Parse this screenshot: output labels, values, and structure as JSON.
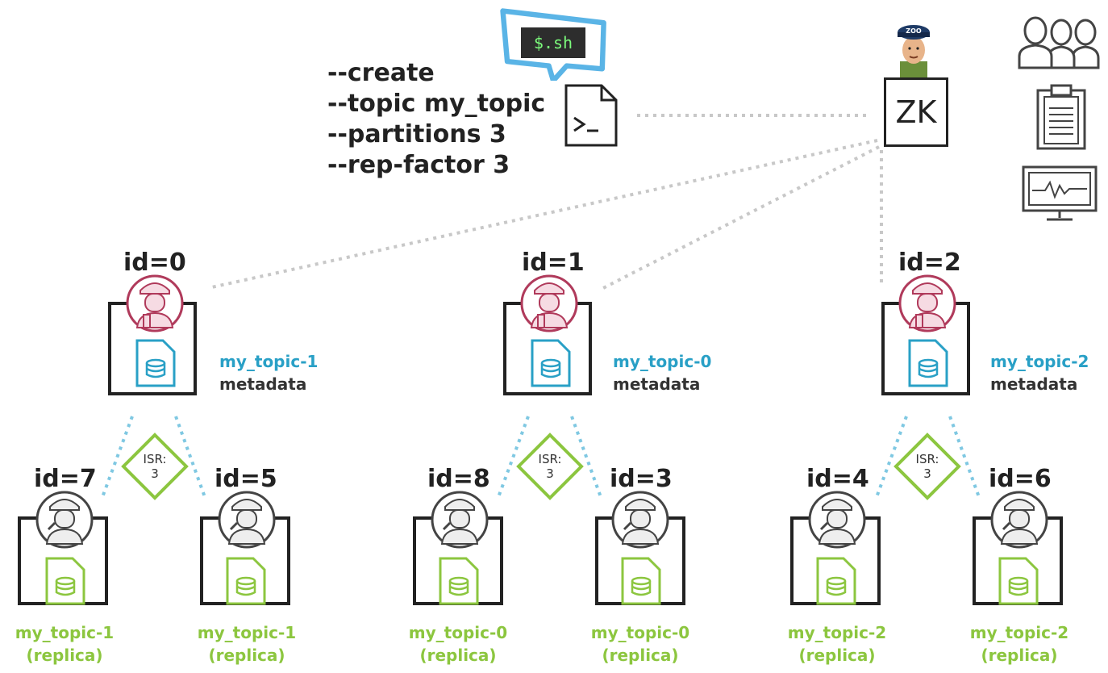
{
  "command": {
    "lines": [
      "--create",
      "--topic my_topic",
      "--partitions 3",
      "--rep-factor 3"
    ],
    "script_label": "$.sh"
  },
  "zookeeper": {
    "label": "ZK",
    "hat_text": "ZOO"
  },
  "side_icons": [
    "people-icon",
    "clipboard-icon",
    "monitor-icon"
  ],
  "leaders": [
    {
      "id_label": "id=0",
      "topic": "my_topic-1",
      "meta": "metadata"
    },
    {
      "id_label": "id=1",
      "topic": "my_topic-0",
      "meta": "metadata"
    },
    {
      "id_label": "id=2",
      "topic": "my_topic-2",
      "meta": "metadata"
    }
  ],
  "isr": [
    {
      "label": "ISR:",
      "value": "3"
    },
    {
      "label": "ISR:",
      "value": "3"
    },
    {
      "label": "ISR:",
      "value": "3"
    }
  ],
  "replicas": [
    {
      "id_label": "id=7",
      "topic": "my_topic-1",
      "note": "(replica)"
    },
    {
      "id_label": "id=5",
      "topic": "my_topic-1",
      "note": "(replica)"
    },
    {
      "id_label": "id=8",
      "topic": "my_topic-0",
      "note": "(replica)"
    },
    {
      "id_label": "id=3",
      "topic": "my_topic-0",
      "note": "(replica)"
    },
    {
      "id_label": "id=4",
      "topic": "my_topic-2",
      "note": "(replica)"
    },
    {
      "id_label": "id=6",
      "topic": "my_topic-2",
      "note": "(replica)"
    }
  ],
  "colors": {
    "leader_ring": "#b03a5b",
    "topic_blue": "#29a0c6",
    "replica_green": "#8cc63f",
    "bubble_blue": "#5ab4e6",
    "link_gray": "#c8c8c8"
  }
}
